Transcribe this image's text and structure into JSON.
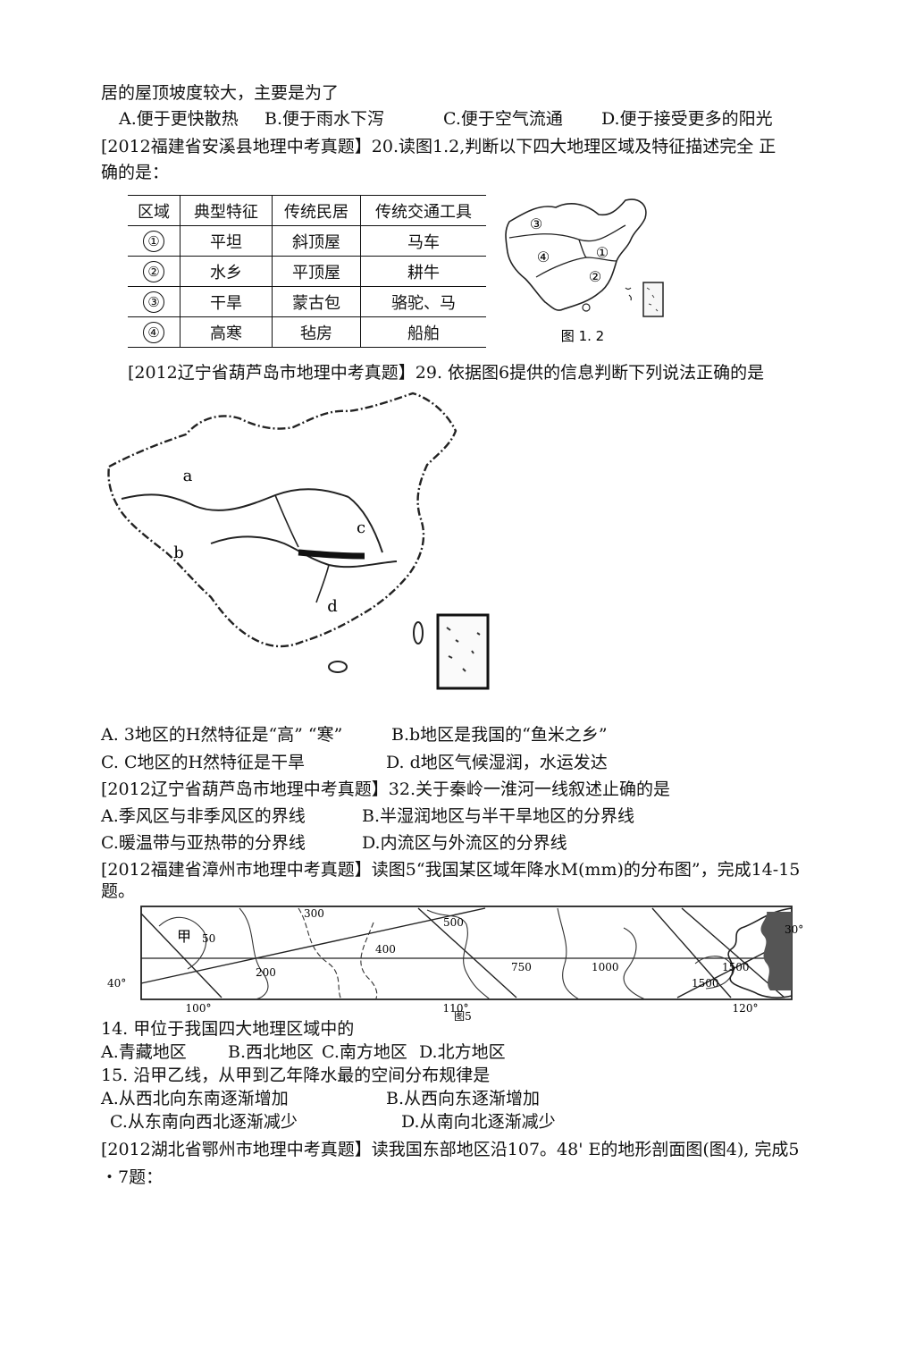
{
  "q_prev": {
    "stem_tail": "居的屋顶坡度较大，主要是为了",
    "options": [
      "A.便于更快散热",
      "B.便于雨水下泻",
      "C.便于空气流通",
      "D.便于接受更多的阳光"
    ]
  },
  "q20": {
    "line1": "[2012福建省安溪县地理中考真题】20.读图1.2,判断以下四大地理区域及特征描述完全  正",
    "line2": "确的是：",
    "table_headers": [
      "区域",
      "典型特征",
      "传统民居",
      "传统交通工具"
    ],
    "table_rows": [
      {
        "region": "①",
        "feature": "平坦",
        "dwelling": "斜顶屋",
        "transport": "马车"
      },
      {
        "region": "②",
        "feature": "水乡",
        "dwelling": "平顶屋",
        "transport": "耕牛"
      },
      {
        "region": "③",
        "feature": "干旱",
        "dwelling": "蒙古包",
        "transport": "骆驼、马"
      },
      {
        "region": "④",
        "feature": "高寒",
        "dwelling": "毡房",
        "transport": "船舶"
      }
    ],
    "map_labels": [
      "③",
      "④",
      "①",
      "②"
    ],
    "figure_caption": "图 1. 2"
  },
  "q29": {
    "stem": "[2012辽宁省葫芦岛市地理中考真题】29. 依据图6提供的信息判断下列说法正确的是",
    "map_labels": [
      "a",
      "b",
      "c",
      "d"
    ],
    "options": [
      "A. 3地区的H然特征是“高”  “寒”",
      "B.b地区是我国的“鱼米之乡”",
      "C. C地区的H然特征是干旱",
      "D. d地区气候湿润，水运发达"
    ]
  },
  "q32": {
    "stem": "[2012辽宁省葫芦岛市地理中考真题】32.关于秦岭一淮河一线叙述止确的是",
    "options": [
      "A.季风区与非季风区的界线",
      "B.半湿润地区与半干旱地区的分界线",
      "C.暖温带与亚热带的分界线",
      "D.内流区与外流区的分界线"
    ]
  },
  "q14_15": {
    "stem_line1": "[2012福建省漳州市地理中考真题】读图5“我国某区域年降水M(mm)的分布图”，完成14-15",
    "stem_line2": "题。",
    "map": {
      "point_label": "甲",
      "isohyets": [
        "50",
        "200",
        "300",
        "400",
        "500",
        "750",
        "1000",
        "1500",
        "1500"
      ],
      "lat_labels": [
        "30°",
        "40°"
      ],
      "lon_labels": [
        "100°",
        "110°",
        "120°"
      ],
      "caption": "图5"
    },
    "q14": {
      "stem": "14.  甲位于我国四大地理区域中的",
      "options": [
        "A.青藏地区",
        "B.西北地区",
        "C.南方地区",
        "D.北方地区"
      ]
    },
    "q15": {
      "stem": "15.  沿甲乙线，从甲到乙年降水最的空间分布规律是",
      "options": [
        "A.从西北向东南逐渐增加",
        "B.从西向东逐渐增加",
        "C.从东南向西北逐渐减少",
        "D.从南向北逐渐减少"
      ]
    }
  },
  "q5_7": {
    "line1": "[2012湖北省鄂州市地理中考真题】读我国东部地区沿107。48' E的地形剖面图(图4), 完成5",
    "line2": "・7题："
  }
}
